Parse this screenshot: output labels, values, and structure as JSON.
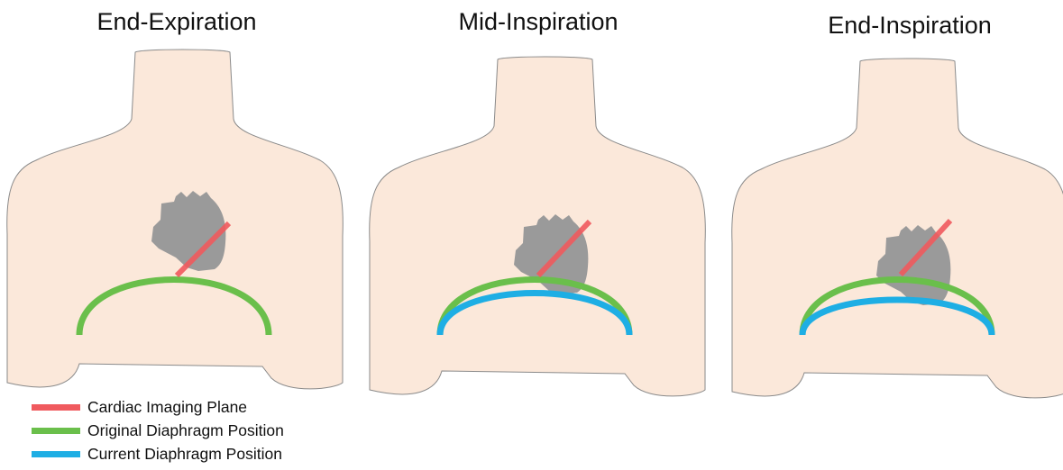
{
  "panels": [
    {
      "title": "End-Expiration"
    },
    {
      "title": "Mid-Inspiration"
    },
    {
      "title": "End-Inspiration"
    }
  ],
  "legend": {
    "items": [
      {
        "label": "Cardiac Imaging Plane",
        "color": "#f05a5e"
      },
      {
        "label": "Original Diaphragm Position",
        "color": "#6abf4b"
      },
      {
        "label": "Current Diaphragm Position",
        "color": "#1eaee4"
      }
    ]
  },
  "colors": {
    "body_fill": "#fbe8da",
    "body_outline": "#8a8a8a",
    "heart": "#9a9a9a"
  }
}
